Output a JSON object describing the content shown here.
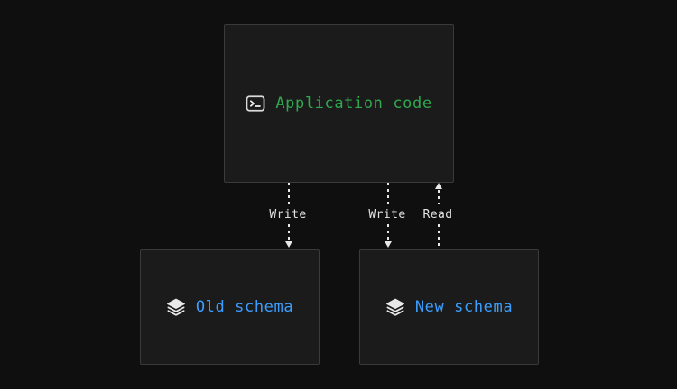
{
  "diagram": {
    "background_color": "#0f0f0f",
    "node_fill_color": "#1b1b1b",
    "node_border_color": "#3a3a3a",
    "nodes": [
      {
        "id": "application-code",
        "label": "Application code",
        "icon": "terminal-icon",
        "label_color": "#2fa84f"
      },
      {
        "id": "old-schema",
        "label": "Old schema",
        "icon": "layers-icon",
        "label_color": "#3b9eff"
      },
      {
        "id": "new-schema",
        "label": "New schema",
        "icon": "layers-icon",
        "label_color": "#3b9eff"
      }
    ],
    "edges": [
      {
        "id": "write-old",
        "label": "Write",
        "from": "application-code",
        "to": "old-schema",
        "direction": "down",
        "style": "dotted",
        "color": "#e8e8e8"
      },
      {
        "id": "write-new",
        "label": "Write",
        "from": "application-code",
        "to": "new-schema",
        "direction": "down",
        "style": "dotted",
        "color": "#e8e8e8"
      },
      {
        "id": "read-new",
        "label": "Read",
        "from": "new-schema",
        "to": "application-code",
        "direction": "up",
        "style": "dotted",
        "color": "#e8e8e8"
      }
    ]
  }
}
